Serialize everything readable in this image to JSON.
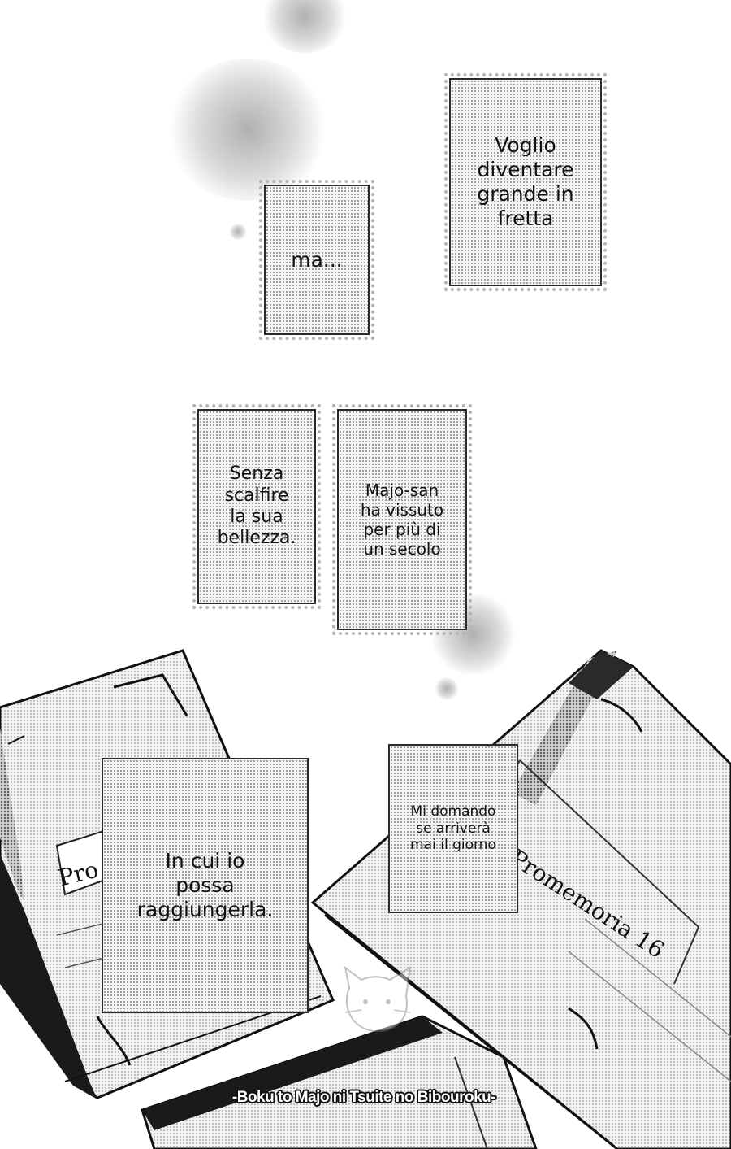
{
  "captions": {
    "fretta": "Voglio\ndiventare\ngrande in\n fretta",
    "ma": "ma...",
    "senza": "Senza\nscalfire\nla sua\nbellezza.",
    "majo": "Majo-san\nha vissuto\n per più di\nun secolo",
    "incui": "In cui io\npossa\nraggiungerla.",
    "domando": "Mi domando\nse arriverà\nmai il giorno"
  },
  "notebooks": {
    "left_label": "Pro",
    "right_label": "Promemoria 16"
  },
  "credit": "-Boku to Majo ni Tsuite no Bibouroku-",
  "watermark_icon": "cat-face-icon",
  "colors": {
    "ink": "#111111",
    "screentone": "#8a8a8a",
    "paper": "#ffffff"
  }
}
